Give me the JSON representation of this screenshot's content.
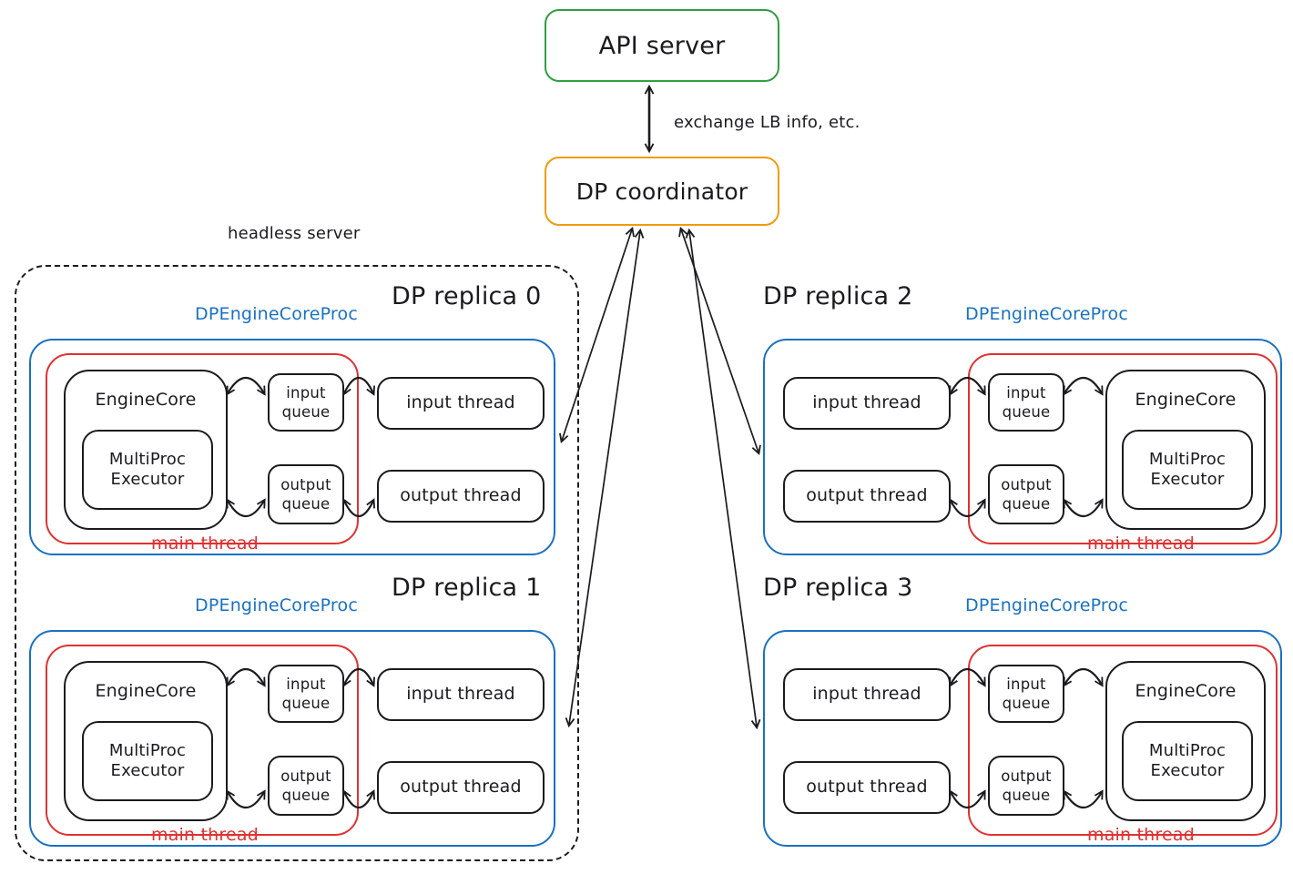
{
  "colors": {
    "green": "#2f9e44",
    "orange": "#f09b0d",
    "blue": "#1971c2",
    "red": "#e03131",
    "ink": "#1b1b1f"
  },
  "api_server": {
    "label": "API server"
  },
  "dp_coordinator": {
    "label": "DP coordinator"
  },
  "exchange_arrow_label": "exchange LB info, etc.",
  "headless_server_label": "headless server",
  "replicas": [
    {
      "title": "DP replica 0",
      "proc_label": "DPEngineCoreProc",
      "engine_core": "EngineCore",
      "executor": "MultiProc Executor",
      "input_queue": "input queue",
      "output_queue": "output queue",
      "input_thread": "input thread",
      "output_thread": "output thread",
      "main_thread": "main thread"
    },
    {
      "title": "DP replica 1",
      "proc_label": "DPEngineCoreProc",
      "engine_core": "EngineCore",
      "executor": "MultiProc Executor",
      "input_queue": "input queue",
      "output_queue": "output queue",
      "input_thread": "input thread",
      "output_thread": "output thread",
      "main_thread": "main thread"
    },
    {
      "title": "DP replica 2",
      "proc_label": "DPEngineCoreProc",
      "engine_core": "EngineCore",
      "executor": "MultiProc Executor",
      "input_queue": "input queue",
      "output_queue": "output queue",
      "input_thread": "input thread",
      "output_thread": "output thread",
      "main_thread": "main thread"
    },
    {
      "title": "DP replica 3",
      "proc_label": "DPEngineCoreProc",
      "engine_core": "EngineCore",
      "executor": "MultiProc Executor",
      "input_queue": "input queue",
      "output_queue": "output queue",
      "input_thread": "input thread",
      "output_thread": "output thread",
      "main_thread": "main thread"
    }
  ]
}
